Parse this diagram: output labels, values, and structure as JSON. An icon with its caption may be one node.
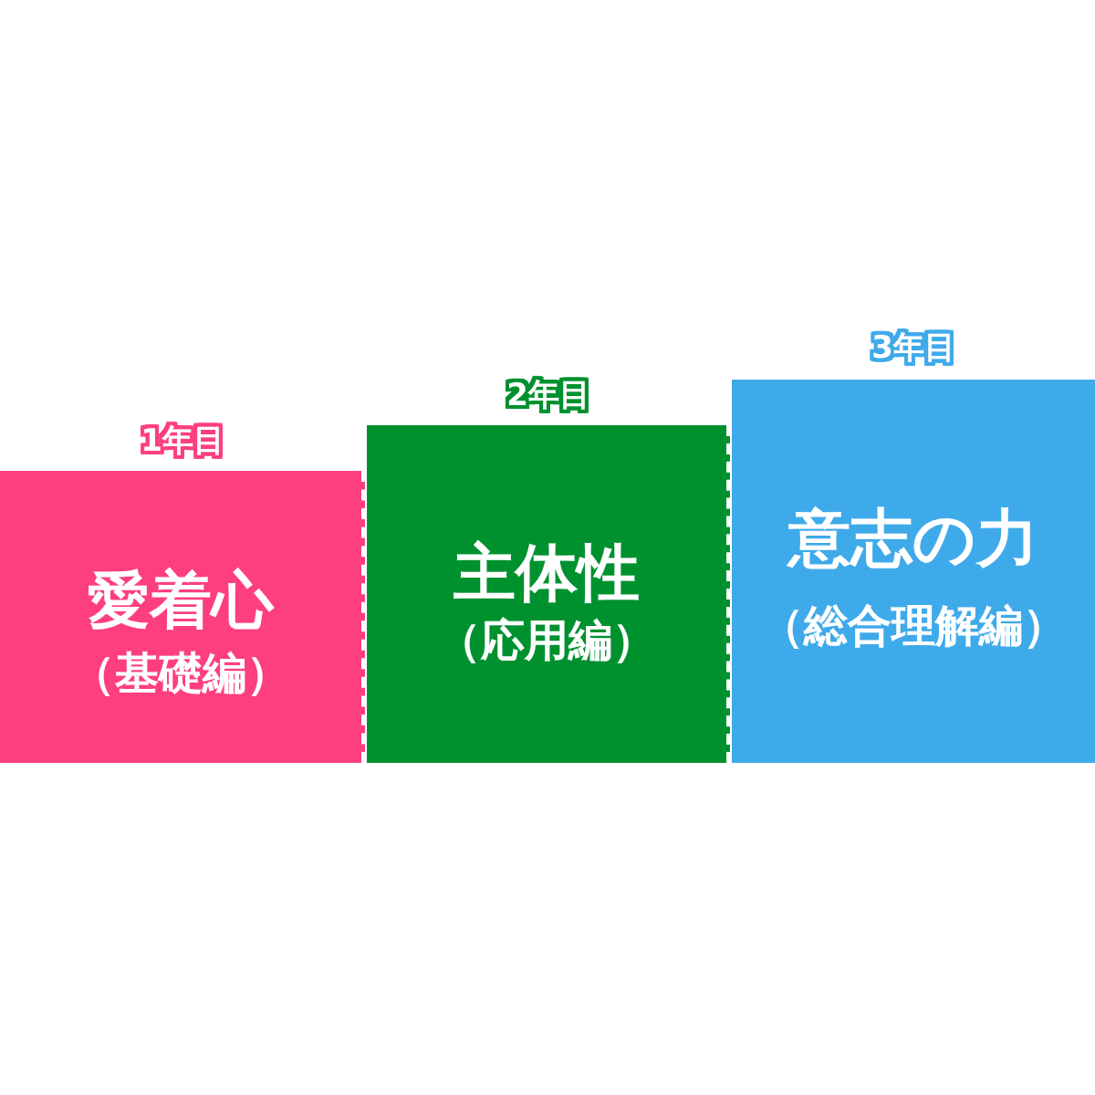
{
  "diagram": {
    "nodes": [
      {
        "text": [
          "1年目",
          "愛着心",
          "（基礎編）"
        ]
      },
      {
        "text": [
          "2年目",
          "主体性",
          "（応用編）"
        ]
      },
      {
        "text": [
          "3年目",
          "意志の力",
          "（総合理解編）"
        ]
      }
    ]
  }
}
